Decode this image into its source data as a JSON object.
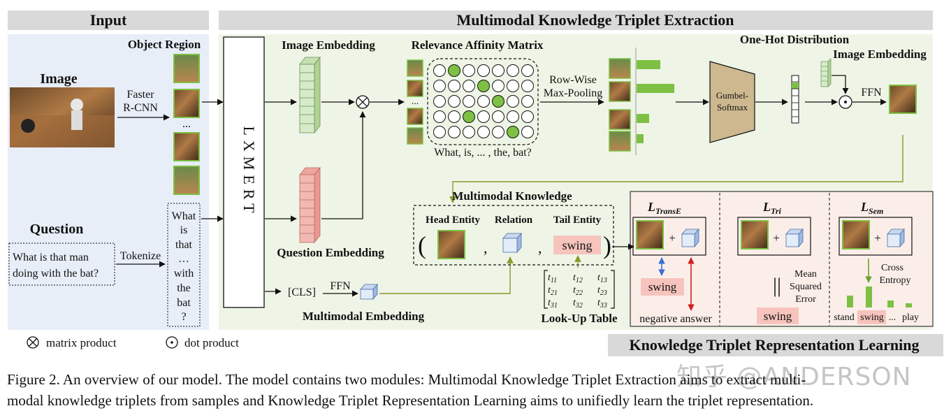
{
  "sections": {
    "input": "Input",
    "extraction": "Multimodal Knowledge Triplet Extraction",
    "learning": "Knowledge Triplet Representation Learning"
  },
  "input": {
    "image_label": "Image",
    "question_label": "Question",
    "question_text": [
      "What is that man",
      "doing with the bat?"
    ],
    "detector": [
      "Faster",
      "R-CNN"
    ],
    "object_region": "Object Region",
    "tokenize": "Tokenize",
    "tokens": [
      "What",
      "is",
      "that",
      "…",
      "with",
      "the",
      "bat",
      "?"
    ],
    "ellipsis": "..."
  },
  "extraction": {
    "lxmert": "LXMERT",
    "image_embedding": "Image Embedding",
    "question_embedding": "Question Embedding",
    "affinity_matrix": "Relevance Affinity Matrix",
    "matrix_caption": "What, is, ... , the, bat?",
    "pooling": [
      "Row-Wise",
      "Max-Pooling"
    ],
    "one_hot": "One-Hot Distribution",
    "gumbel": [
      "Gumbel-",
      "Softmax"
    ],
    "image_embedding_2": "Image Embedding",
    "ffn": "FFN",
    "ffn2": "FFN",
    "cls": "[CLS]",
    "multimodal_embedding": "Multimodal Embedding",
    "multimodal_knowledge": "Multimodal Knowledge",
    "head_entity": "Head Entity",
    "relation": "Relation",
    "tail_entity": "Tail Entity",
    "tail_value": "swing",
    "lookup": "Look-Up Table",
    "ellipsis": "..."
  },
  "learning": {
    "transe_main": "L",
    "transe_sub": "TransE",
    "tri_main": "L",
    "tri_sub": "Tri",
    "sem_main": "L",
    "sem_sub": "Sem",
    "swing": "swing",
    "negative": "negative answer",
    "mse": [
      "Mean",
      "Squared",
      "Error"
    ],
    "cross_entropy": [
      "Cross",
      "Entropy"
    ],
    "axis_labels": [
      "stand",
      "swing",
      "...",
      "play"
    ],
    "plus": "+",
    "parallel": "||"
  },
  "legend": {
    "matrix_product": "matrix product",
    "dot_product": "dot product"
  },
  "caption": {
    "line1": "Figure 2. An overview of our model. The model contains two modules: Multimodal Knowledge Triplet Extraction aims to extract multi-",
    "line2": "modal knowledge triplets from samples and Knowledge Triplet Representation Learning aims to unifiedly learn the triplet representation."
  },
  "watermark": "知乎 @ANDERSON",
  "colors": {
    "input_bg": "#e8eef8",
    "extraction_bg": "#eef5e6",
    "learning_bg": "#fbeee9",
    "header_bg": "#d9d9d9",
    "green_cell": "#7dc043",
    "image_emb": "#d6ebc9",
    "question_emb": "#f4b8b2",
    "swing_bg": "#f6c4bd",
    "gumbel": "#cdb88f",
    "arrow_olive": "#8a9a2c",
    "arrow_blue": "#3b6fd6",
    "arrow_red": "#d11f1f"
  }
}
